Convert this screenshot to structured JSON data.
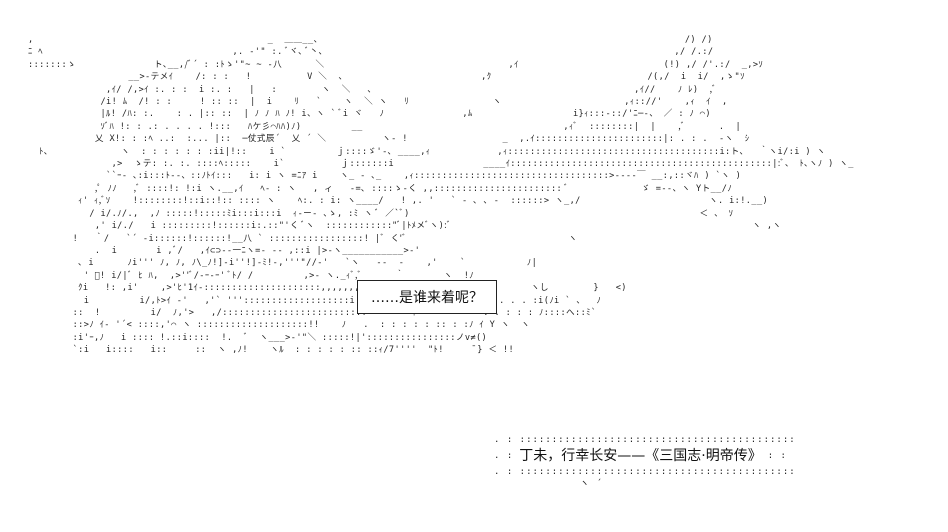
{
  "speech": {
    "text": "……是谁来着呢？"
  },
  "caption": {
    "top_dots": ". : ::::::::::::::::::::::::::::::::::::::::::::::::::::::::::::::::::::::::::: .",
    "lead": ". :",
    "text": "丁未，行幸长安——《三国志·明帝传》",
    "tail": ": :",
    "bottom_dots": ". : ::::::::::::::::::::::::::::::::::::::::::::::::::::::::::::::::::::::::::: .",
    "under": "ヽ ´"
  }
}
